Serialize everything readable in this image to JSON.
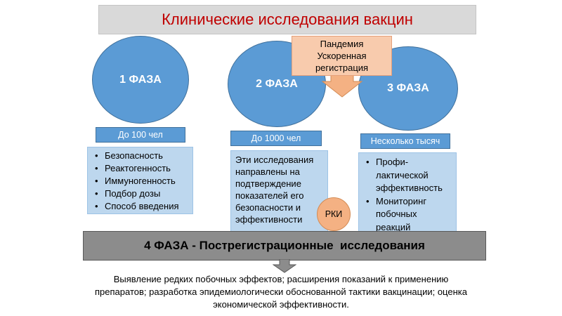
{
  "title": "Клинические исследования вакцин",
  "phases": [
    {
      "label": "1 ФАЗА",
      "count": "До 100 чел",
      "bullets": [
        "Безопасность",
        "Реактогенность",
        "Иммуногенность",
        "Подбор дозы",
        "Способ введения"
      ]
    },
    {
      "label": "2 ФАЗА",
      "count": "До 1000 чел",
      "description": [
        "Эти исследования",
        "направлены на",
        "подтверждение",
        "показателей его",
        "безопасности и",
        "эффективности"
      ]
    },
    {
      "label": "3 ФАЗА",
      "count": "Несколько тысяч",
      "bullets": [
        "Профи-\nлактической\nэффективность",
        "Мониторинг\nпобочных\nреакций"
      ]
    }
  ],
  "pandemic_note": [
    "Пандемия",
    "Ускоренная",
    "регистрация"
  ],
  "rki_label": "РКИ",
  "phase4": "4 ФАЗА - Пострегистрационные  исследования",
  "footer": [
    "Выявление редких побочных эффектов; расширения показаний к применению",
    "препаратов; разработка эпидемиологически обоснованной тактики вакцинации; оценка",
    "экономической эффективности."
  ],
  "colors": {
    "title_text": "#c00000",
    "title_bg": "#d9d9d9",
    "phase_fill": "#5b9bd5",
    "desc_fill": "#bdd7ee",
    "pandemic_fill": "#f8cbad",
    "rki_fill": "#f4b183",
    "phase4_fill": "#8c8c8c",
    "arrow_fill": "#8c8c8c"
  }
}
